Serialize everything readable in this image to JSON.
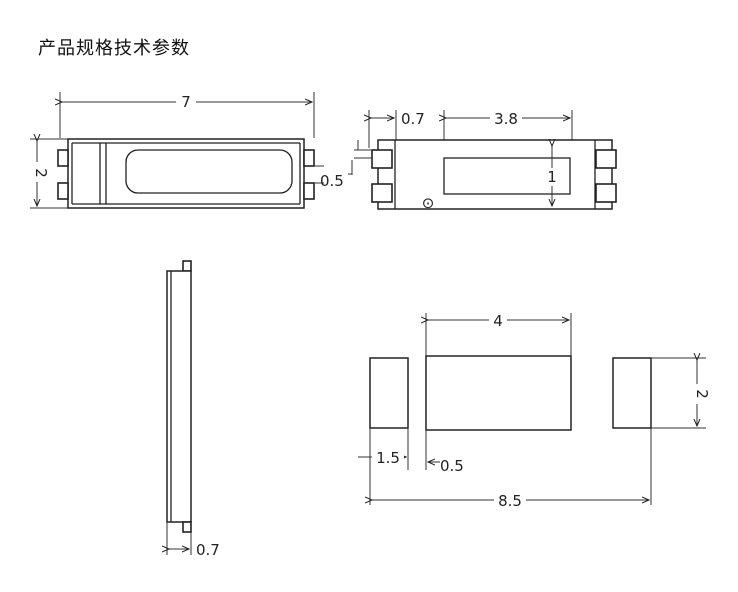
{
  "title": "产品规格技术参数",
  "dimensions": {
    "top_length": "7",
    "top_height": "2",
    "pad_pitch_small": "0.5",
    "side_offset": "0.7",
    "window_width": "3.8",
    "window_height": "1",
    "body_width": "4",
    "body_height": "2",
    "pad_width": "1.5",
    "gap": "0.5",
    "total_width": "8.5",
    "thickness": "0.7"
  },
  "symbols": {
    "polarity": "⊙"
  }
}
